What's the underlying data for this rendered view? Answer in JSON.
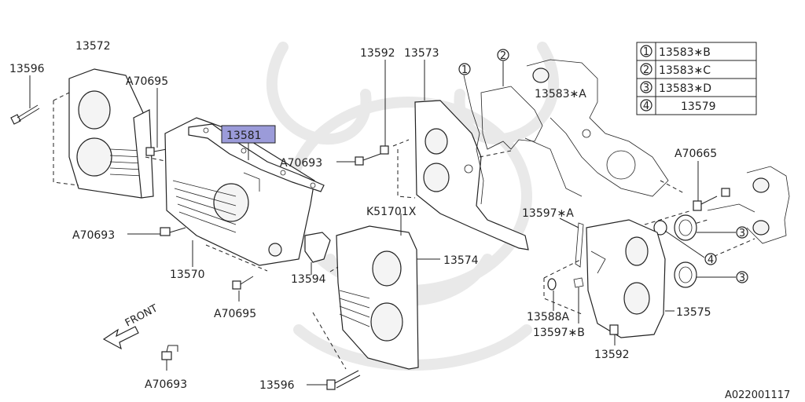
{
  "diagram": {
    "labels": {
      "l13572": "13572",
      "l13596_top": "13596",
      "lA70695_top": "A70695",
      "l13581": "13581",
      "l13592_top": "13592",
      "l13573": "13573",
      "lA70693_mid": "A70693",
      "l13583A": "13583∗A",
      "lA70665": "A70665",
      "lK51701X": "K51701X",
      "l13597A": "13597∗A",
      "lA70693_left": "A70693",
      "l13570": "13570",
      "l13594": "13594",
      "l13574": "13574",
      "lA70695_bot": "A70695",
      "l13588A": "13588A",
      "l13597B": "13597∗B",
      "l13575": "13575",
      "l13592_bot": "13592",
      "lA70693_bot": "A70693",
      "l13596_bot": "13596",
      "front": "FRONT",
      "code": "A022001117"
    },
    "callouts": {
      "c1": "1",
      "c2": "2",
      "c3a": "3",
      "c3b": "3",
      "c4": "4"
    },
    "legend": [
      {
        "num": "1",
        "part": "13583∗B"
      },
      {
        "num": "2",
        "part": "13583∗C"
      },
      {
        "num": "3",
        "part": "13583∗D"
      },
      {
        "num": "4",
        "part": "13579"
      }
    ],
    "highlight_color": "#9b9bd9"
  }
}
